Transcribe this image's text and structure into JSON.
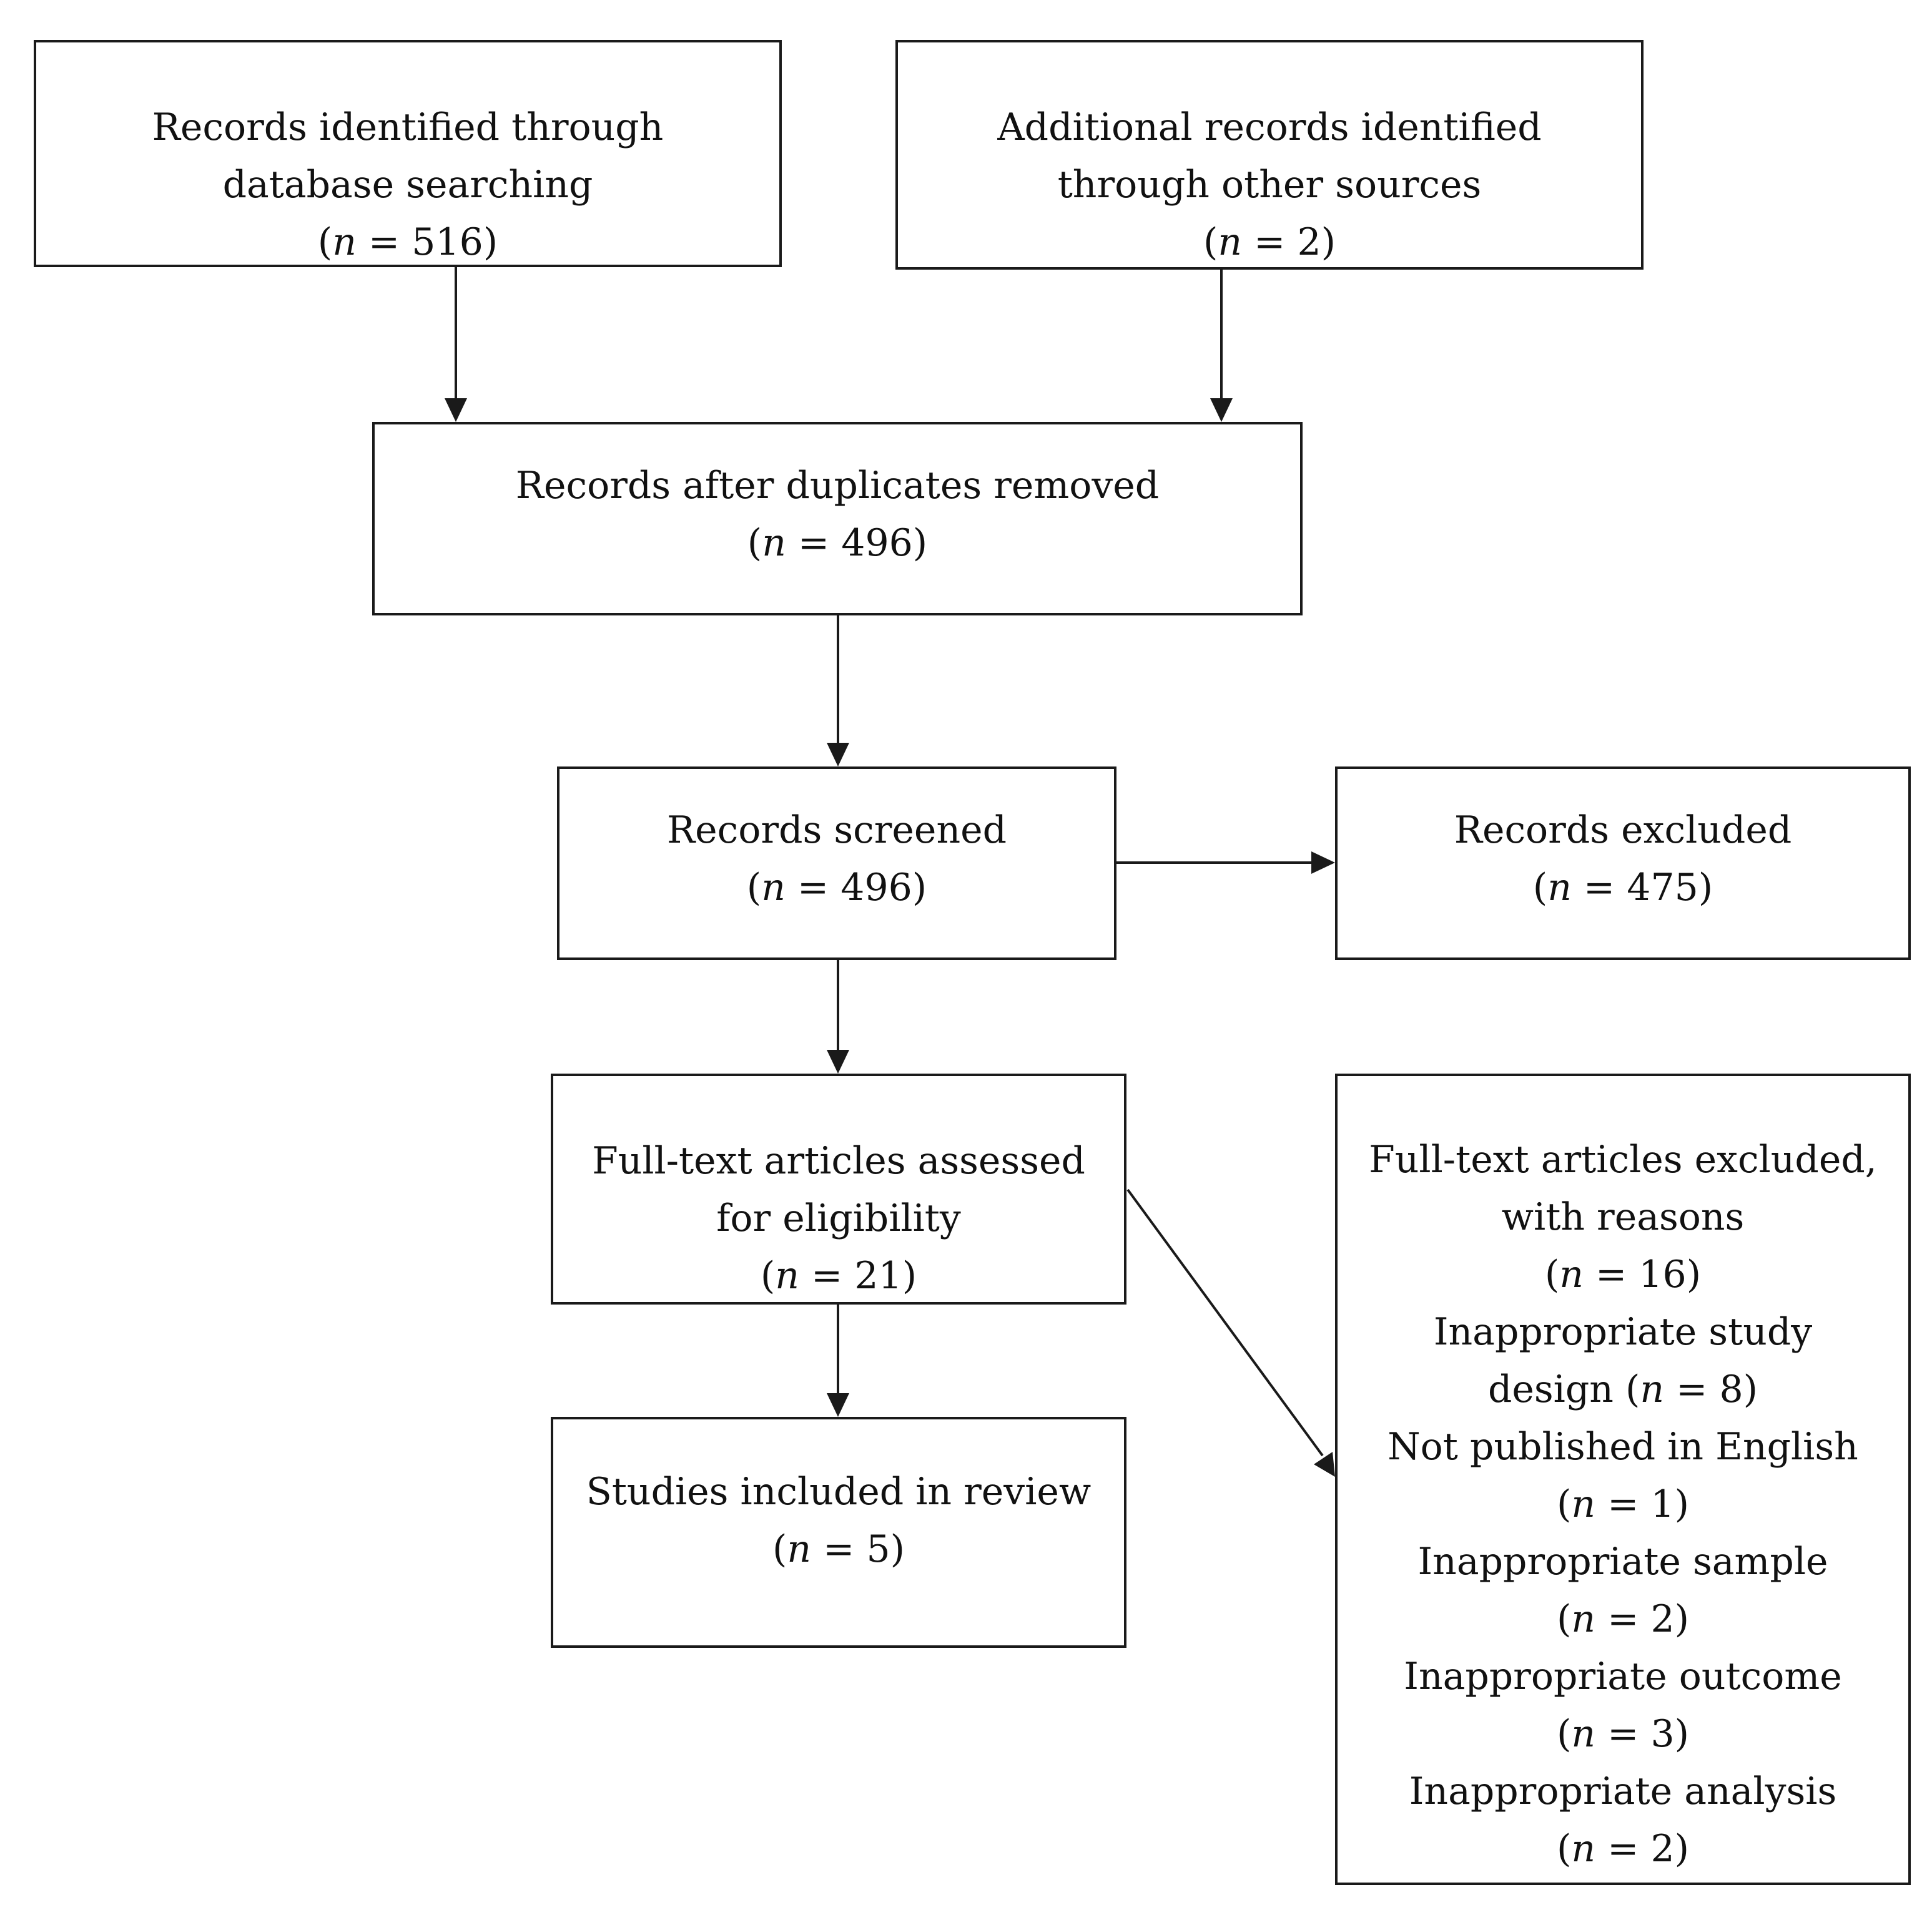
{
  "diagram": {
    "type": "flowchart",
    "count_variable": "n",
    "nodes": {
      "identified_db": {
        "lines": [
          "Records identified through",
          "database searching"
        ],
        "count": "516"
      },
      "identified_other": {
        "lines": [
          "Additional records identified",
          "through other sources"
        ],
        "count": "2"
      },
      "after_duplicates": {
        "lines": [
          "Records after duplicates removed"
        ],
        "count": "496"
      },
      "screened": {
        "lines": [
          "Records screened"
        ],
        "count": "496"
      },
      "excluded": {
        "lines": [
          "Records excluded"
        ],
        "count": "475"
      },
      "fulltext_assessed": {
        "lines": [
          "Full-text articles assessed",
          "for eligibility"
        ],
        "count": "21"
      },
      "included": {
        "lines": [
          "Studies included in review"
        ],
        "count": "5"
      },
      "fulltext_excluded": {
        "lines": [
          "Full-text articles excluded,",
          "with reasons"
        ],
        "count": "16",
        "reasons": [
          {
            "lines": [
              "Inappropriate study"
            ],
            "tail": "design",
            "count": "8"
          },
          {
            "lines": [
              "Not published in English"
            ],
            "tail": "",
            "count": "1"
          },
          {
            "lines": [
              "Inappropriate sample"
            ],
            "tail": "",
            "count": "2"
          },
          {
            "lines": [
              "Inappropriate outcome"
            ],
            "tail": "",
            "count": "3"
          },
          {
            "lines": [
              "Inappropriate analysis"
            ],
            "tail": "",
            "count": "2"
          }
        ]
      }
    },
    "edges": [
      [
        "identified_db",
        "after_duplicates"
      ],
      [
        "identified_other",
        "after_duplicates"
      ],
      [
        "after_duplicates",
        "screened"
      ],
      [
        "screened",
        "excluded"
      ],
      [
        "screened",
        "fulltext_assessed"
      ],
      [
        "fulltext_assessed",
        "included"
      ],
      [
        "fulltext_assessed",
        "fulltext_excluded"
      ]
    ]
  }
}
